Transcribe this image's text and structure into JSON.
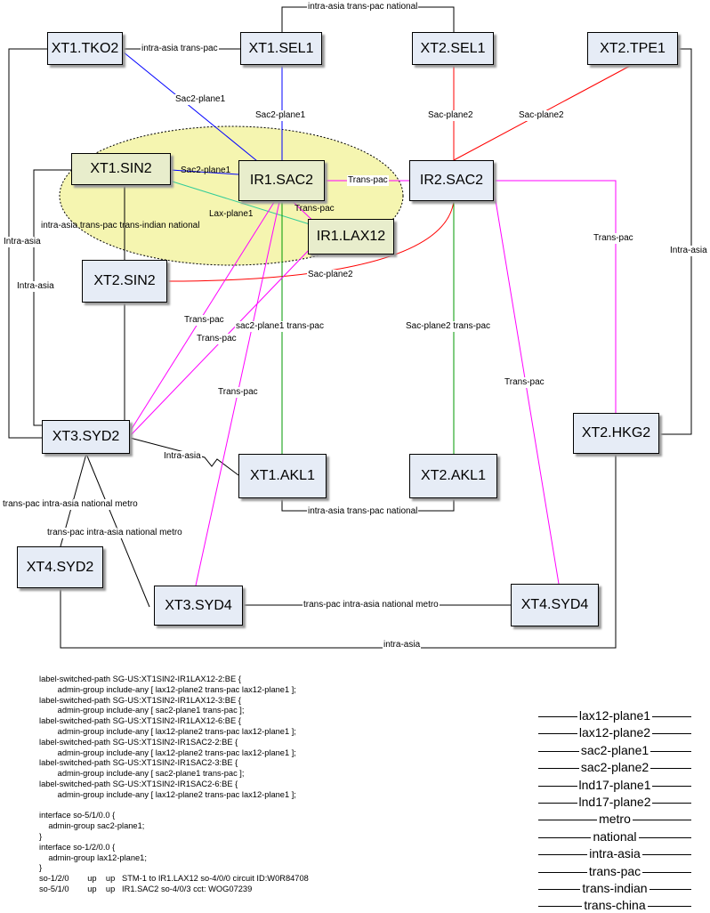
{
  "nodes": {
    "xt1_tko2": "XT1.TKO2",
    "xt1_sel1": "XT1.SEL1",
    "xt2_sel1": "XT2.SEL1",
    "xt2_tpe1": "XT2.TPE1",
    "xt1_sin2": "XT1.SIN2",
    "ir1_sac2": "IR1.SAC2",
    "ir2_sac2": "IR2.SAC2",
    "ir1_lax12": "IR1.LAX12",
    "xt2_sin2": "XT2.SIN2",
    "xt3_syd2": "XT3.SYD2",
    "xt1_akl1": "XT1.AKL1",
    "xt2_akl1": "XT2.AKL1",
    "xt2_hkg2": "XT2.HKG2",
    "xt4_syd2": "XT4.SYD2",
    "xt3_syd4": "XT3.SYD4",
    "xt4_syd4": "XT4.SYD4"
  },
  "link_labels": {
    "sel_top": "intra-asia trans-pac national",
    "tko_sel": "intra-asia trans-pac",
    "tko_sac2": "Sac2-plane1",
    "sel1_sac2": "Sac2-plane1",
    "sel2_sac": "Sac-plane2",
    "tpe_sac": "Sac-plane2",
    "sin2_sac2": "Sac2-plane1",
    "sac_sac": "Trans-pac",
    "lax_plane": "Lax-plane1",
    "sac_lax": "Trans-pac",
    "sin2_vertical": "intra-asia trans-pac trans-indian national",
    "sac_plane2": "Sac-plane2",
    "intra_left1": "Intra-asia",
    "intra_left2": "Intra-asia",
    "trans1": "Trans-pac",
    "trans2": "Trans-pac",
    "trans3": "Trans-pac",
    "sac2_plane1_tp": "sac2-plane1 trans-pac",
    "sac_plane2_tp": "Sac-plane2 trans-pac",
    "trans_right": "Trans-pac",
    "trans_hkg": "Trans-pac",
    "intra_right": "Intra-asia",
    "syd_akl": "Intra-asia",
    "akl_bottom": "intra-asia trans-pac national",
    "metro1": "trans-pac intra-asia national metro",
    "metro2": "trans-pac intra-asia national metro",
    "metro3": "trans-pac intra-asia national metro",
    "bottom": "intra-asia"
  },
  "config_text": [
    "label-switched-path SG-US:XT1SIN2-IR1LAX12-2:BE {",
    "        admin-group include-any [ lax12-plane2 trans-pac lax12-plane1 ];",
    "label-switched-path SG-US:XT1SIN2-IR1LAX12-3:BE {",
    "        admin-group include-any [ sac2-plane1 trans-pac ];",
    "label-switched-path SG-US:XT1SIN2-IR1LAX12-6:BE {",
    "        admin-group include-any [ lax12-plane2 trans-pac lax12-plane1 ];",
    "label-switched-path SG-US:XT1SIN2-IR1SAC2-2:BE {",
    "        admin-group include-any [ lax12-plane2 trans-pac lax12-plane1 ];",
    "label-switched-path SG-US:XT1SIN2-IR1SAC2-3:BE {",
    "        admin-group include-any [ sac2-plane1 trans-pac ];",
    "label-switched-path SG-US:XT1SIN2-IR1SAC2-6:BE {",
    "        admin-group include-any [ lax12-plane2 trans-pac lax12-plane1 ];",
    "",
    "interface so-5/1/0.0 {",
    "    admin-group sac2-plane1;",
    "}",
    "interface so-1/2/0.0 {",
    "    admin-group lax12-plane1;",
    "}",
    "so-1/2/0        up    up   STM-1 to IR1.LAX12 so-4/0/0 circuit ID:W0R84708",
    "so-5/1/0        up    up   IR1.SAC2 so-4/0/3 cct: WOG07239"
  ],
  "legend": [
    "lax12-plane1",
    "lax12-plane2",
    "sac2-plane1",
    "sac2-plane2",
    "lnd17-plane1",
    "lnd17-plane2",
    "metro",
    "national",
    "intra-asia",
    "trans-pac",
    "trans-indian",
    "trans-china"
  ],
  "colors": {
    "black": "#000000",
    "blue": "#0000ff",
    "red": "#ff0000",
    "magenta": "#ff00ff",
    "green": "#009900",
    "teal": "#33cc99",
    "ellipse_fill": "#f5f5b0",
    "node_fill": "#e6ecf6",
    "node_selected_fill": "#e8edcc"
  }
}
